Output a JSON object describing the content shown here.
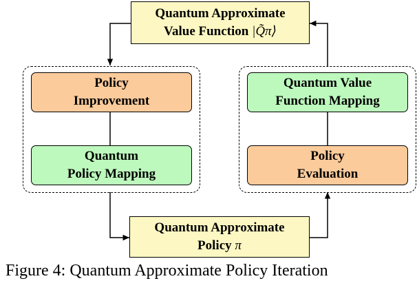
{
  "nodes": {
    "q_value": {
      "line1": "Quantum Approximate",
      "line2_prefix": "Value Function ",
      "line2_math": "|Q̃π⟩"
    },
    "policy_improvement": {
      "line1": "Policy",
      "line2": "Improvement"
    },
    "quantum_policy_mapping": {
      "line1": "Quantum",
      "line2": "Policy Mapping"
    },
    "quantum_value_mapping": {
      "line1": "Quantum Value",
      "line2": "Function Mapping"
    },
    "policy_evaluation": {
      "line1": "Policy",
      "line2": "Evaluation"
    },
    "q_policy": {
      "line1": "Quantum Approximate",
      "line2_prefix": "Policy ",
      "line2_math": "π"
    }
  },
  "caption": {
    "text": "Figure 4: Quantum Approximate Policy Iteration"
  },
  "colors": {
    "yellow": "#fdf8c3",
    "orange": "#fccb9b",
    "green": "#bdf8bd"
  }
}
